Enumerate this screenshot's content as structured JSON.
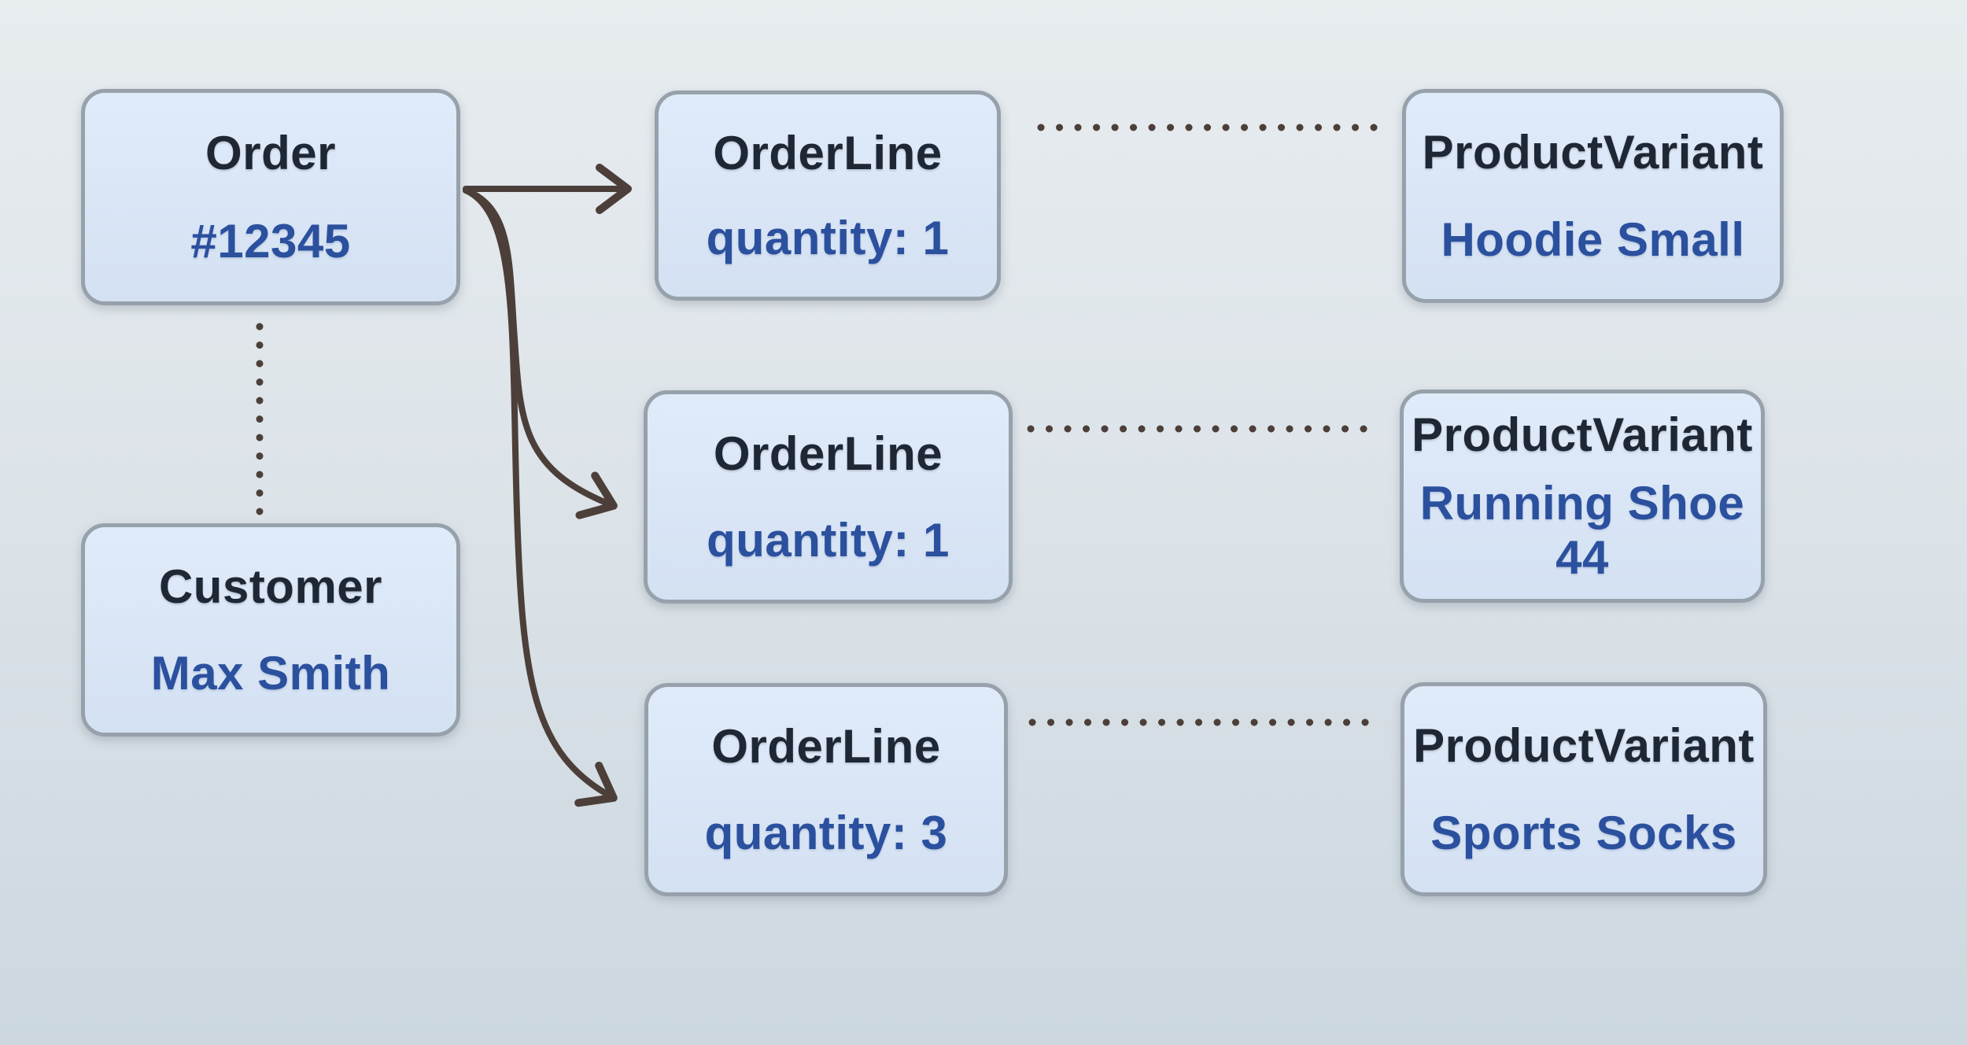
{
  "colors": {
    "background-top": "#e7ecef",
    "background-mid": "#dde4e9",
    "background-bottom": "#ccd7df",
    "box-fill-top": "#e0ebfa",
    "box-fill-bottom": "#d4e1f2",
    "box-border": "#96a1ab",
    "title-color": "#1e2733",
    "value-color": "#2b509e",
    "connector": "#4c3f39"
  },
  "nodes": {
    "order": {
      "title": "Order",
      "value": "#12345"
    },
    "customer": {
      "title": "Customer",
      "value": "Max Smith"
    },
    "orderline1": {
      "title": "OrderLine",
      "value": "quantity: 1"
    },
    "orderline2": {
      "title": "OrderLine",
      "value": "quantity: 1"
    },
    "orderline3": {
      "title": "OrderLine",
      "value": "quantity: 3"
    },
    "productvariant1": {
      "title": "ProductVariant",
      "value": "Hoodie Small"
    },
    "productvariant2": {
      "title": "ProductVariant",
      "value": "Running Shoe 44"
    },
    "productvariant3": {
      "title": "ProductVariant",
      "value": "Sports Socks"
    }
  },
  "relationships": [
    {
      "from": "order",
      "to": "orderline1",
      "style": "solid-arrow"
    },
    {
      "from": "order",
      "to": "orderline2",
      "style": "solid-arrow"
    },
    {
      "from": "order",
      "to": "orderline3",
      "style": "solid-arrow"
    },
    {
      "from": "order",
      "to": "customer",
      "style": "dotted"
    },
    {
      "from": "orderline1",
      "to": "productvariant1",
      "style": "dotted"
    },
    {
      "from": "orderline2",
      "to": "productvariant2",
      "style": "dotted"
    },
    {
      "from": "orderline3",
      "to": "productvariant3",
      "style": "dotted"
    }
  ]
}
